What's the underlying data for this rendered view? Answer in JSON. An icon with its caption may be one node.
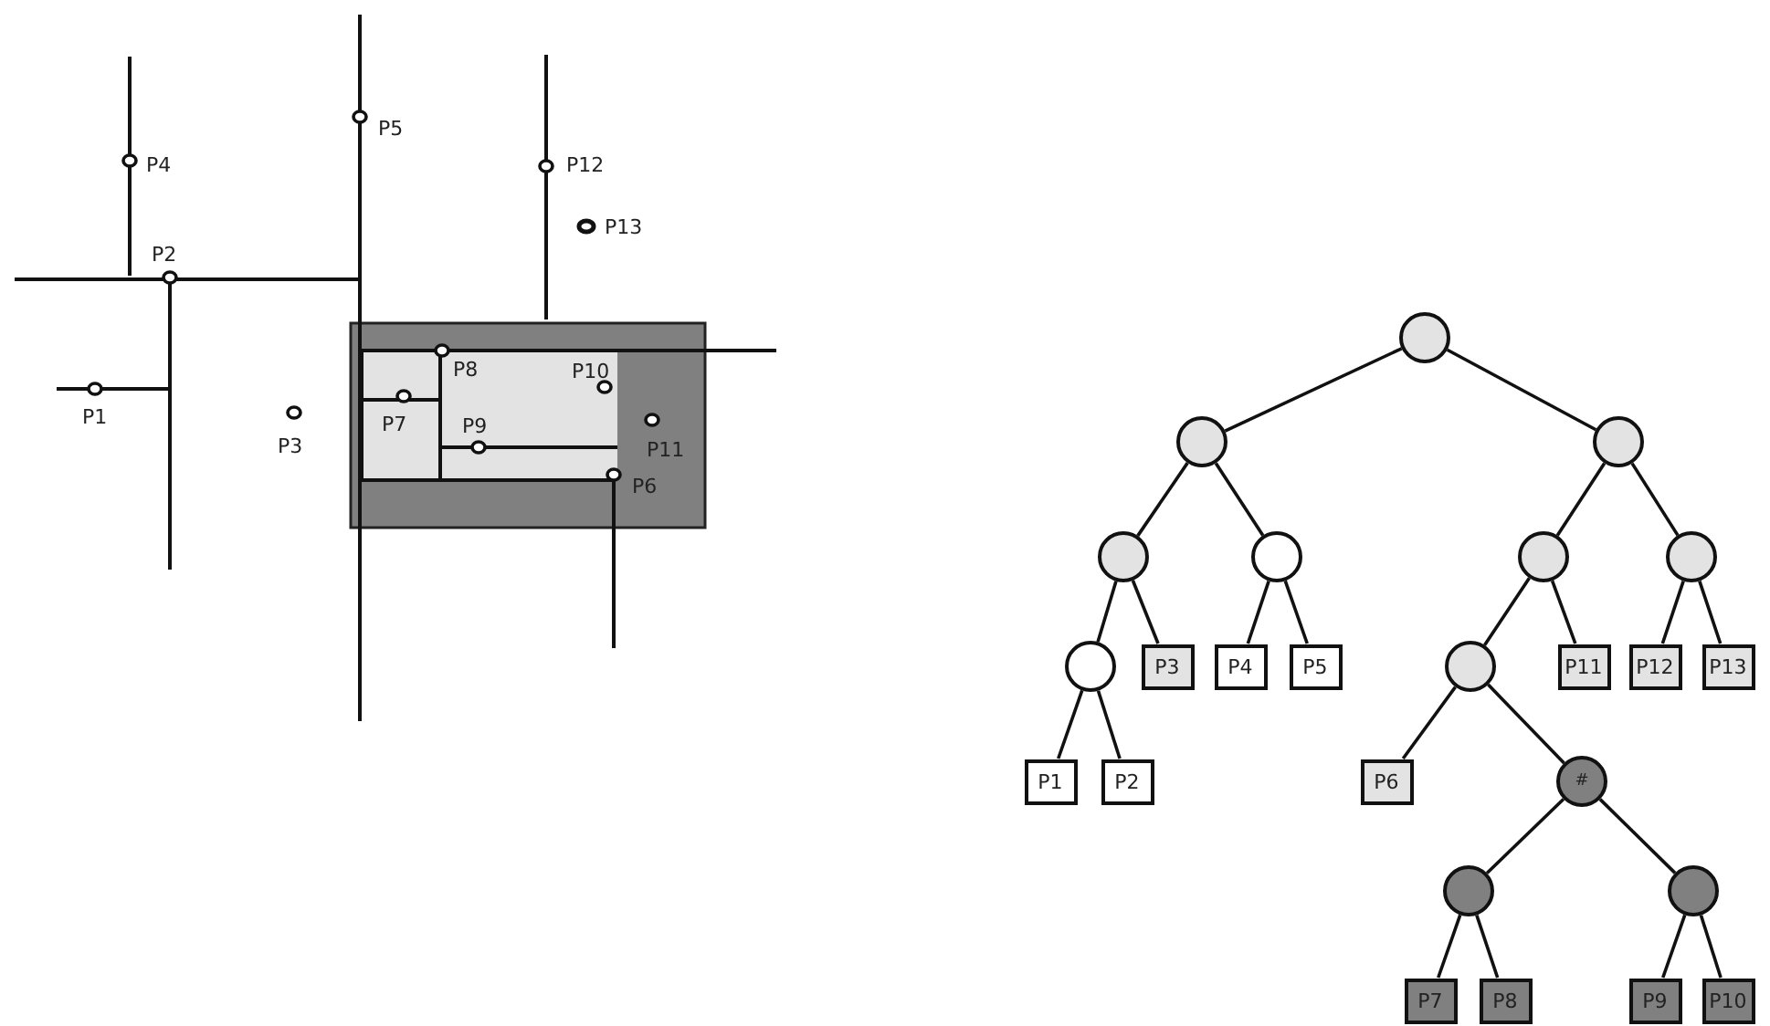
{
  "diagram": {
    "nodes": [
      {
        "text": [],
        "shape": "circle"
      },
      {
        "text": [],
        "shape": "circle"
      },
      {
        "text": [],
        "shape": "circle"
      },
      {
        "text": [],
        "shape": "circle"
      },
      {
        "text": [],
        "shape": "circle"
      },
      {
        "text": [],
        "shape": "circle"
      },
      {
        "text": [],
        "shape": "circle"
      },
      {
        "text": [],
        "shape": "circle"
      },
      {
        "text": [
          "P3"
        ]
      },
      {
        "text": [
          "P4"
        ]
      },
      {
        "text": [
          "P5"
        ]
      },
      {
        "text": [],
        "shape": "circle"
      },
      {
        "text": [
          "P11"
        ]
      },
      {
        "text": [
          "P12"
        ]
      },
      {
        "text": [
          "P13"
        ]
      },
      {
        "text": [
          "P1"
        ]
      },
      {
        "text": [
          "P2"
        ]
      },
      {
        "text": [
          "P6"
        ]
      },
      {
        "text": [
          "#"
        ]
      },
      {
        "text": [],
        "shape": "circle"
      },
      {
        "text": [],
        "shape": "circle"
      },
      {
        "text": [
          "P7"
        ]
      },
      {
        "text": [
          "P8"
        ]
      },
      {
        "text": [
          "P9"
        ]
      },
      {
        "text": [
          "P10"
        ]
      }
    ],
    "edges": [
      {
        "from": 0,
        "to": 1,
        "arrow": "none"
      },
      {
        "from": 0,
        "to": 2,
        "arrow": "none"
      },
      {
        "from": 1,
        "to": 3,
        "arrow": "none"
      },
      {
        "from": 1,
        "to": 4,
        "arrow": "none"
      },
      {
        "from": 2,
        "to": 5,
        "arrow": "none"
      },
      {
        "from": 2,
        "to": 6,
        "arrow": "none"
      },
      {
        "from": 3,
        "to": 7,
        "arrow": "none"
      },
      {
        "from": 3,
        "to": 8,
        "arrow": "none"
      },
      {
        "from": 4,
        "to": 9,
        "arrow": "none"
      },
      {
        "from": 4,
        "to": 10,
        "arrow": "none"
      },
      {
        "from": 5,
        "to": 11,
        "arrow": "none"
      },
      {
        "from": 5,
        "to": 12,
        "arrow": "none"
      },
      {
        "from": 6,
        "to": 13,
        "arrow": "none"
      },
      {
        "from": 6,
        "to": 14,
        "arrow": "none"
      },
      {
        "from": 7,
        "to": 15,
        "arrow": "none"
      },
      {
        "from": 7,
        "to": 16,
        "arrow": "none"
      },
      {
        "from": 11,
        "to": 17,
        "arrow": "none"
      },
      {
        "from": 11,
        "to": 18,
        "arrow": "none"
      },
      {
        "from": 18,
        "to": 19,
        "arrow": "none"
      },
      {
        "from": 18,
        "to": 20,
        "arrow": "none"
      },
      {
        "from": 19,
        "to": 21,
        "arrow": "none"
      },
      {
        "from": 19,
        "to": 22,
        "arrow": "none"
      },
      {
        "from": 20,
        "to": 23,
        "arrow": "none"
      },
      {
        "from": 20,
        "to": 24,
        "arrow": "none"
      }
    ],
    "labels": [
      "P5",
      "P4",
      "P12",
      "P13",
      "P2",
      "P8",
      "P10",
      "P1",
      "P7",
      "P9",
      "P3",
      "P11",
      "P6"
    ]
  }
}
